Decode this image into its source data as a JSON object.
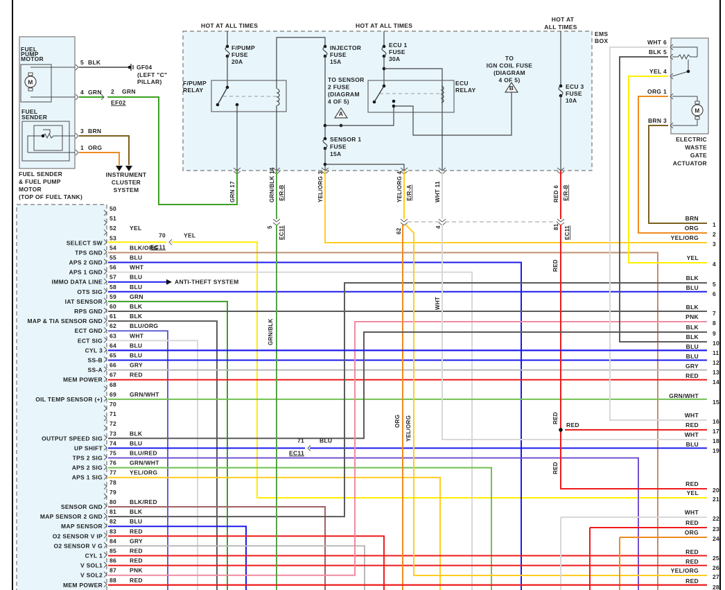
{
  "components": {
    "fuel_module": {
      "title": [
        "FUEL SENDER",
        "& FUEL PUMP",
        "MOTOR",
        "(TOP OF FUEL TANK)"
      ],
      "pump_label": [
        "FUEL",
        "PUMP",
        "MOTOR"
      ],
      "sender_label": [
        "FUEL",
        "SENDER"
      ],
      "motor_symbol": "M",
      "pins": [
        {
          "pin": "5",
          "wire": "BLK"
        },
        {
          "pin": "4",
          "wire": "GRN"
        },
        {
          "pin": "3",
          "wire": "BRN"
        },
        {
          "pin": "1",
          "wire": "ORG"
        }
      ]
    },
    "ground": {
      "id": "GF04",
      "location": [
        "(LEFT \"C\"",
        "PILLAR)"
      ]
    },
    "ef02": {
      "connector": "EF02",
      "pin": "2",
      "wire": "GRN"
    },
    "instrument_cluster": [
      "INSTRUMENT",
      "CLUSTER",
      "SYSTEM"
    ],
    "ems_box": {
      "label": [
        "EMS",
        "BOX"
      ],
      "hot_labels": [
        "HOT AT ALL TIMES",
        "HOT AT ALL TIMES",
        "HOT AT",
        "ALL TIMES"
      ],
      "fpump_fuse": [
        "F/PUMP",
        "FUSE",
        "20A"
      ],
      "fpump_relay": [
        "F/PUMP",
        "RELAY"
      ],
      "injector_fuse": [
        "INJECTOR",
        "FUSE",
        "15A"
      ],
      "to_sensor2": [
        "TO SENSOR",
        "2 FUSE",
        "(DIAGRAM",
        "4 OF 5)"
      ],
      "ref_a": "A",
      "sensor1_fuse": [
        "SENSOR 1",
        "FUSE",
        "15A"
      ],
      "ecu1_fuse": [
        "ECU 1",
        "FUSE",
        "30A"
      ],
      "ecu_relay": [
        "ECU",
        "RELAY"
      ],
      "to_ign": [
        "TO",
        "IGN COIL FUSE",
        "(DIAGRAM",
        "4 OF 5)"
      ],
      "ref_b": "B",
      "ecu3_fuse": [
        "ECU 3",
        "FUSE",
        "10A"
      ]
    },
    "ems_outputs": [
      {
        "wire": "GRN",
        "pin": "17",
        "conn": ""
      },
      {
        "wire": "GRN/BLK",
        "pin": "14",
        "conn": "E/R-B"
      },
      {
        "wire": "YEL/ORG",
        "pin": "3",
        "conn": ""
      },
      {
        "wire": "YEL/ORG",
        "pin": "4",
        "conn": "E/R-A"
      },
      {
        "wire": "WHT",
        "pin": "11",
        "conn": ""
      },
      {
        "wire": "RED",
        "pin": "6",
        "conn": "E/R-B"
      }
    ],
    "ec11_top": [
      {
        "pin": "5",
        "conn": "EC11"
      },
      {
        "pin": "62",
        "conn": ""
      },
      {
        "pin": "4",
        "conn": ""
      },
      {
        "pin": "81",
        "conn": "EC11"
      }
    ],
    "vertical_labels": {
      "grn_blk": "GRN/BLK",
      "wht": "WHT",
      "org": "ORG",
      "yel_org": "YEL/ORG",
      "red": "RED",
      "red_branch": "RED"
    },
    "ec11_inline": [
      {
        "pin": "70",
        "conn": "EC11",
        "wire": "YEL"
      },
      {
        "pin": "71",
        "conn": "EC11",
        "wire": "BLU"
      }
    ],
    "anti_theft": "ANTI-THEFT SYSTEM",
    "actuator": {
      "title": [
        "ELECTRIC",
        "WASTE",
        "GATE",
        "ACTUATOR"
      ],
      "motor_symbol": "M",
      "pins": [
        {
          "wire": "WHT",
          "pin": "6"
        },
        {
          "wire": "BLK",
          "pin": "5"
        },
        {
          "wire": "YEL",
          "pin": "4"
        },
        {
          "wire": "ORG",
          "pin": "1"
        },
        {
          "wire": "BRN",
          "pin": "3"
        }
      ]
    }
  },
  "ecm_pins": [
    {
      "pin": "50",
      "func": "",
      "wire": ""
    },
    {
      "pin": "51",
      "func": "",
      "wire": ""
    },
    {
      "pin": "52",
      "func": "",
      "wire": "YEL"
    },
    {
      "pin": "53",
      "func": "SELECT SW",
      "wire": ""
    },
    {
      "pin": "54",
      "func": "TPS GND",
      "wire": "BLK/ORG"
    },
    {
      "pin": "55",
      "func": "APS 2 GND",
      "wire": "BLU"
    },
    {
      "pin": "56",
      "func": "APS 1 GND",
      "wire": "WHT"
    },
    {
      "pin": "57",
      "func": "IMMO DATA LINE",
      "wire": "BLU"
    },
    {
      "pin": "58",
      "func": "OTS SIG",
      "wire": "BLU"
    },
    {
      "pin": "59",
      "func": "IAT SENSOR",
      "wire": "GRN"
    },
    {
      "pin": "60",
      "func": "RPS GND",
      "wire": "BLK"
    },
    {
      "pin": "61",
      "func": "MAP & TIA SENSOR GND",
      "wire": "BLK"
    },
    {
      "pin": "62",
      "func": "ECT GND",
      "wire": "BLU/ORG"
    },
    {
      "pin": "63",
      "func": "ECT SIG",
      "wire": "WHT"
    },
    {
      "pin": "64",
      "func": "CYL 3",
      "wire": "BLU"
    },
    {
      "pin": "65",
      "func": "SS-B",
      "wire": "BLU"
    },
    {
      "pin": "66",
      "func": "SS-A",
      "wire": "GRY"
    },
    {
      "pin": "67",
      "func": "MEM POWER",
      "wire": "RED"
    },
    {
      "pin": "68",
      "func": "",
      "wire": ""
    },
    {
      "pin": "69",
      "func": "OIL TEMP SENSOR (+)",
      "wire": "GRN/WHT"
    },
    {
      "pin": "70",
      "func": "",
      "wire": ""
    },
    {
      "pin": "71",
      "func": "",
      "wire": ""
    },
    {
      "pin": "72",
      "func": "",
      "wire": ""
    },
    {
      "pin": "73",
      "func": "OUTPUT SPEED SIG",
      "wire": "BLK"
    },
    {
      "pin": "74",
      "func": "UP SHIFT",
      "wire": "BLU"
    },
    {
      "pin": "75",
      "func": "TPS 2 SIG",
      "wire": "BLU/RED"
    },
    {
      "pin": "76",
      "func": "APS 2 SIG",
      "wire": "GRN/WHT"
    },
    {
      "pin": "77",
      "func": "APS 1 SIG",
      "wire": "YEL/ORG"
    },
    {
      "pin": "78",
      "func": "",
      "wire": ""
    },
    {
      "pin": "79",
      "func": "",
      "wire": ""
    },
    {
      "pin": "80",
      "func": "SENSOR GND",
      "wire": "BLK/RED"
    },
    {
      "pin": "81",
      "func": "MAP SENSOR 2 GND",
      "wire": "BLK"
    },
    {
      "pin": "82",
      "func": "MAP SENSOR",
      "wire": "BLU"
    },
    {
      "pin": "83",
      "func": "O2 SENSOR V IP",
      "wire": "RED"
    },
    {
      "pin": "84",
      "func": "O2 SENSOR V G",
      "wire": "GRY"
    },
    {
      "pin": "85",
      "func": "CYL 1",
      "wire": "RED"
    },
    {
      "pin": "86",
      "func": "V SOL1",
      "wire": "RED"
    },
    {
      "pin": "87",
      "func": "V SOL2",
      "wire": "PNK"
    },
    {
      "pin": "88",
      "func": "MEM POWER",
      "wire": "RED"
    }
  ],
  "right_refs": [
    {
      "n": "1",
      "wire": "BRN"
    },
    {
      "n": "2",
      "wire": "ORG"
    },
    {
      "n": "3",
      "wire": "YEL/ORG"
    },
    {
      "n": "4",
      "wire": "YEL"
    },
    {
      "n": "5",
      "wire": "BLK"
    },
    {
      "n": "6",
      "wire": "BLU"
    },
    {
      "n": "7",
      "wire": "BLK"
    },
    {
      "n": "8",
      "wire": "PNK"
    },
    {
      "n": "9",
      "wire": "BLK"
    },
    {
      "n": "10",
      "wire": "BLK"
    },
    {
      "n": "11",
      "wire": "BLU"
    },
    {
      "n": "12",
      "wire": "BLU"
    },
    {
      "n": "13",
      "wire": "GRY"
    },
    {
      "n": "14",
      "wire": "RED"
    },
    {
      "n": "15",
      "wire": "GRN/WHT"
    },
    {
      "n": "16",
      "wire": "WHT"
    },
    {
      "n": "17",
      "wire": "RED"
    },
    {
      "n": "18",
      "wire": "WHT"
    },
    {
      "n": "19",
      "wire": "BLU"
    },
    {
      "n": "20",
      "wire": "RED"
    },
    {
      "n": "21",
      "wire": "YEL"
    },
    {
      "n": "22",
      "wire": "WHT"
    },
    {
      "n": "23",
      "wire": "RED"
    },
    {
      "n": "24",
      "wire": "ORG"
    },
    {
      "n": "25",
      "wire": "RED"
    },
    {
      "n": "26",
      "wire": "RED"
    },
    {
      "n": "27",
      "wire": "YEL/ORG"
    },
    {
      "n": "28",
      "wire": "RED"
    }
  ],
  "wire_colors": {
    "BLK": "#5a5a5a",
    "GRN": "#3aa020",
    "BRN": "#7a6020",
    "ORG": "#f08a20",
    "YEL": "#ffee00",
    "YEL/ORG": "#ffcc20",
    "BLU": "#1a1aee",
    "WHT": "#d8d8d8",
    "RED": "#ee1a1a",
    "PNK": "#f08aa0",
    "GRY": "#b8b8b8",
    "GRN/WHT": "#70c050",
    "GRN/BLK": "#58a048",
    "BLK/ORG": "#c09070",
    "BLU/ORG": "#6060d0",
    "BLU/RED": "#7050d0",
    "BLK/RED": "#a06060",
    "box_fill": "#e8f6fc",
    "box_stroke": "#707070"
  }
}
